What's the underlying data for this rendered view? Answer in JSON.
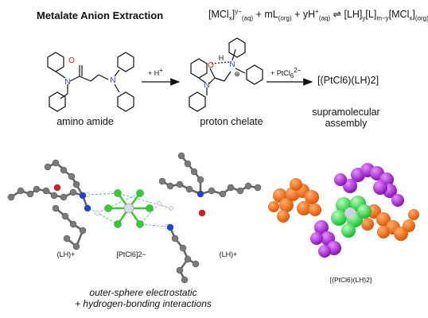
{
  "title": "Metalate Anion Extraction",
  "equation": {
    "mcl": "[MCl",
    "x1": "x",
    "ycharge": "y−",
    "aq1": "(aq)",
    "plus_m": " + mL",
    "org1": "(org)",
    "plus_y": " + yH",
    "plus_sup": "+",
    "aq2": "(aq)",
    "arrow": " ⇌ ",
    "lh": "[LH]",
    "y2": "y",
    "l": "[L]",
    "my": "m−y",
    "mcl2": "[MCl",
    "x2": "x",
    "close": "]",
    "org2": "(org)"
  },
  "scheme": {
    "reagent1": "+ H",
    "reagent1_sup": "+",
    "reagent2": "+ PtCl",
    "reagent2_sub": "6",
    "reagent2_sup": "2−",
    "product_formula": "[(PtCl6)(LH)2]",
    "label_amino_amide": "amino amide",
    "label_proton_chelate": "proton chelate",
    "label_supramolecular_1": "supramolecular",
    "label_supramolecular_2": "assembly",
    "atom_O": "O",
    "atom_N": "N",
    "atom_H": "H",
    "charge_plus": "⊕"
  },
  "structure": {
    "label_lh_left": "(LH)+",
    "label_ptcl6": "[PtCl6]2−",
    "label_lh_right": "(LH)+",
    "label_spacefill": "[(PtCl6)(LH)2]"
  },
  "caption": {
    "line1": "outer-sphere electrostatic",
    "line2": "+ hydrogen-bonding interactions"
  },
  "colors": {
    "oxygen": "#cc2222",
    "nitrogen": "#2244cc",
    "carbon": "#888888",
    "chlorine": "#33cc33",
    "platinum": "#d8d8e8",
    "hbond": "#44aacc",
    "orange": "#ff6a10",
    "magenta": "#b025d8",
    "green": "#22ee44"
  }
}
